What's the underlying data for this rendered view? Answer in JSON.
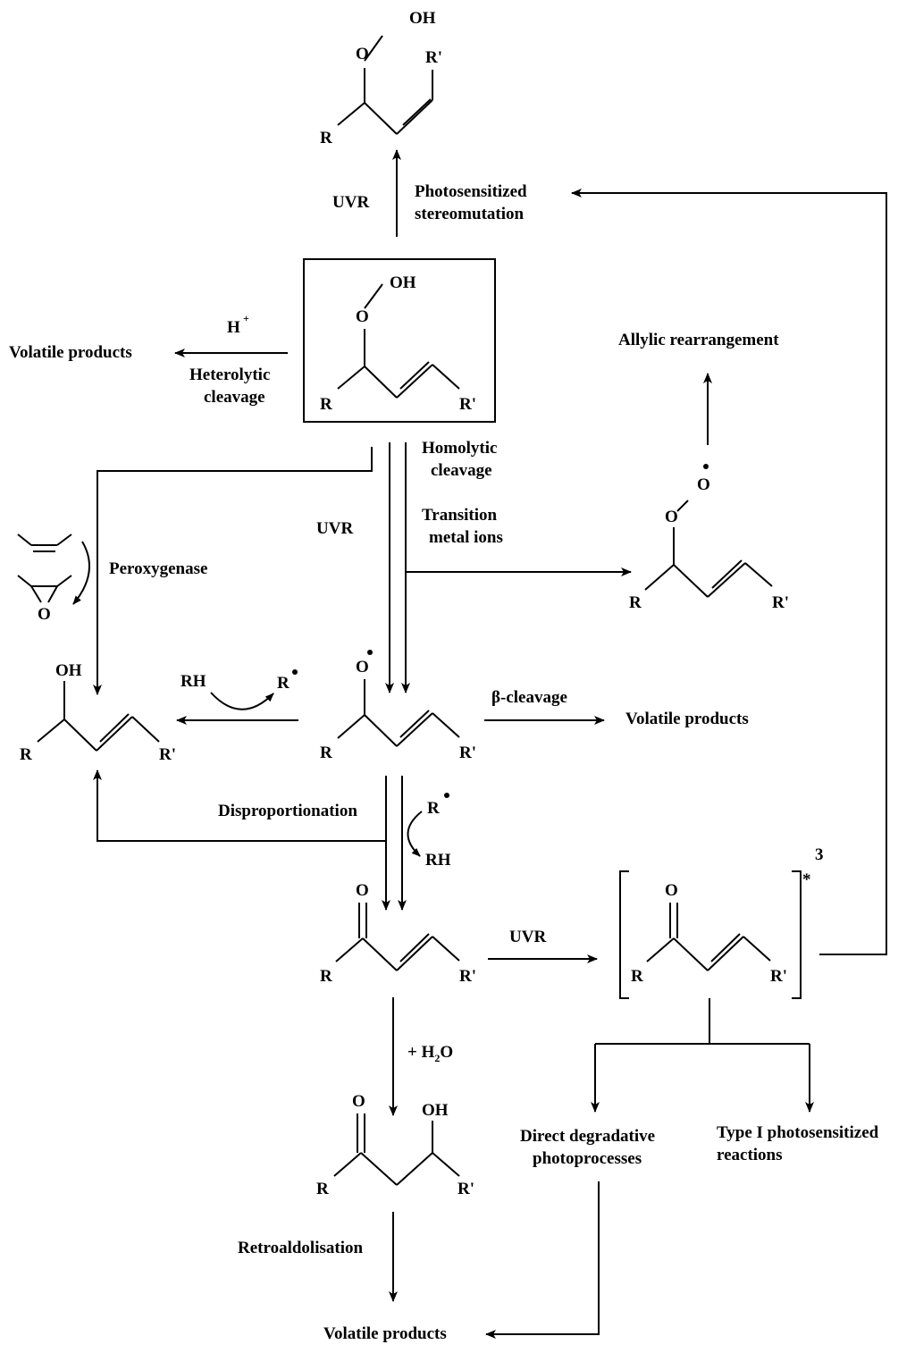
{
  "atoms": {
    "R": "R",
    "Rp": "R'",
    "O": "O",
    "OH": "OH",
    "RH": "RH",
    "H": "H",
    "plus": "+",
    "star": "*",
    "three": "3"
  },
  "labels": {
    "uvr": "UVR",
    "photosensitized_1": "Photosensitized",
    "photosensitized_2": "stereomutation",
    "volatile_products": "Volatile products",
    "heterolytic_1": "Heterolytic",
    "heterolytic_2": "cleavage",
    "homolytic_1": "Homolytic",
    "homolytic_2": "cleavage",
    "transition_1": "Transition",
    "transition_2": "metal ions",
    "allylic": "Allylic  rearrangement",
    "peroxygenase": "Peroxygenase",
    "beta_cleavage": "β-cleavage",
    "disproportionation": "Disproportionation",
    "plus_h2o_prefix": "+ H",
    "plus_h2o_sub": "2",
    "plus_h2o_suffix": "O",
    "retroaldolisation": "Retroaldolisation",
    "direct_1": "Direct degradative",
    "direct_2": "photoprocesses",
    "type1_1": "Type I photosensitized",
    "type1_2": "reactions"
  }
}
